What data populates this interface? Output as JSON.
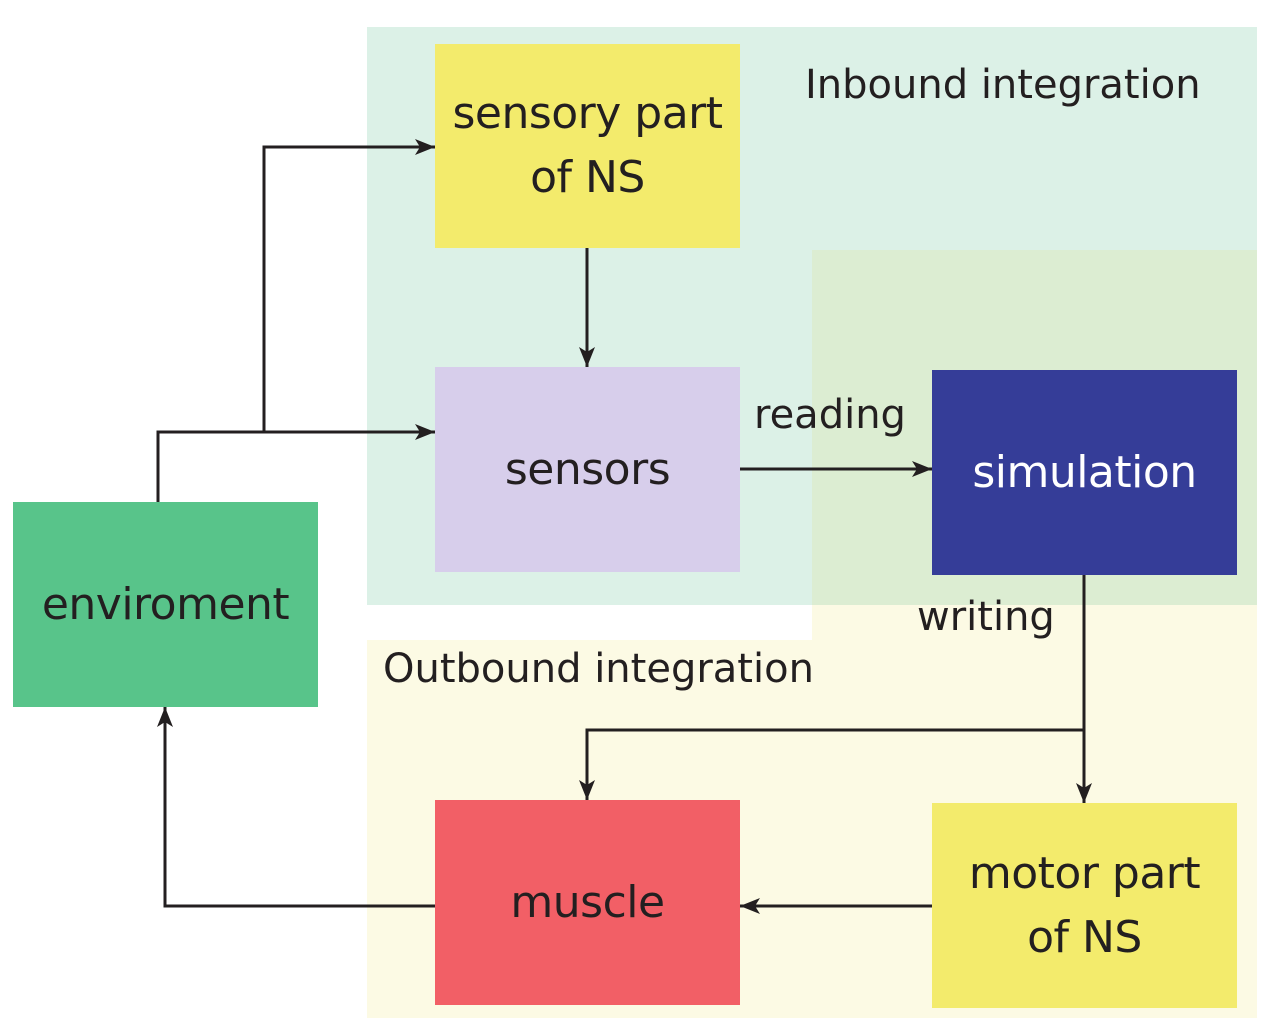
{
  "colors": {
    "inbound_region": "#dcf1e7",
    "overlap_region": "#dcedd2",
    "outbound_region": "#fcfae4",
    "sensory": "#f3eb6c",
    "sensors": "#d7ceeb",
    "simulation": "#353d98",
    "environment": "#58c48a",
    "muscle": "#f25f66",
    "motor": "#f3eb6c",
    "arrow": "#231f20"
  },
  "regions": {
    "inbound_label": "Inbound integration",
    "outbound_label": "Outbound integration"
  },
  "nodes": {
    "sensory": {
      "line1": "sensory part",
      "line2": "of NS"
    },
    "sensors": {
      "label": "sensors"
    },
    "simulation": {
      "label": "simulation"
    },
    "environment": {
      "label": "enviroment"
    },
    "muscle": {
      "label": "muscle"
    },
    "motor": {
      "line1": "motor part",
      "line2": "of NS"
    }
  },
  "edges": [
    {
      "from": "environment",
      "to": "sensory",
      "label": ""
    },
    {
      "from": "environment",
      "to": "sensors",
      "label": ""
    },
    {
      "from": "sensory",
      "to": "sensors",
      "label": ""
    },
    {
      "from": "sensors",
      "to": "simulation",
      "label": "reading"
    },
    {
      "from": "simulation",
      "to": "muscle",
      "label": "writing"
    },
    {
      "from": "simulation",
      "to": "motor",
      "label": "writing"
    },
    {
      "from": "motor",
      "to": "muscle",
      "label": ""
    },
    {
      "from": "muscle",
      "to": "environment",
      "label": ""
    }
  ],
  "edge_labels": {
    "reading": "reading",
    "writing": "writing"
  }
}
